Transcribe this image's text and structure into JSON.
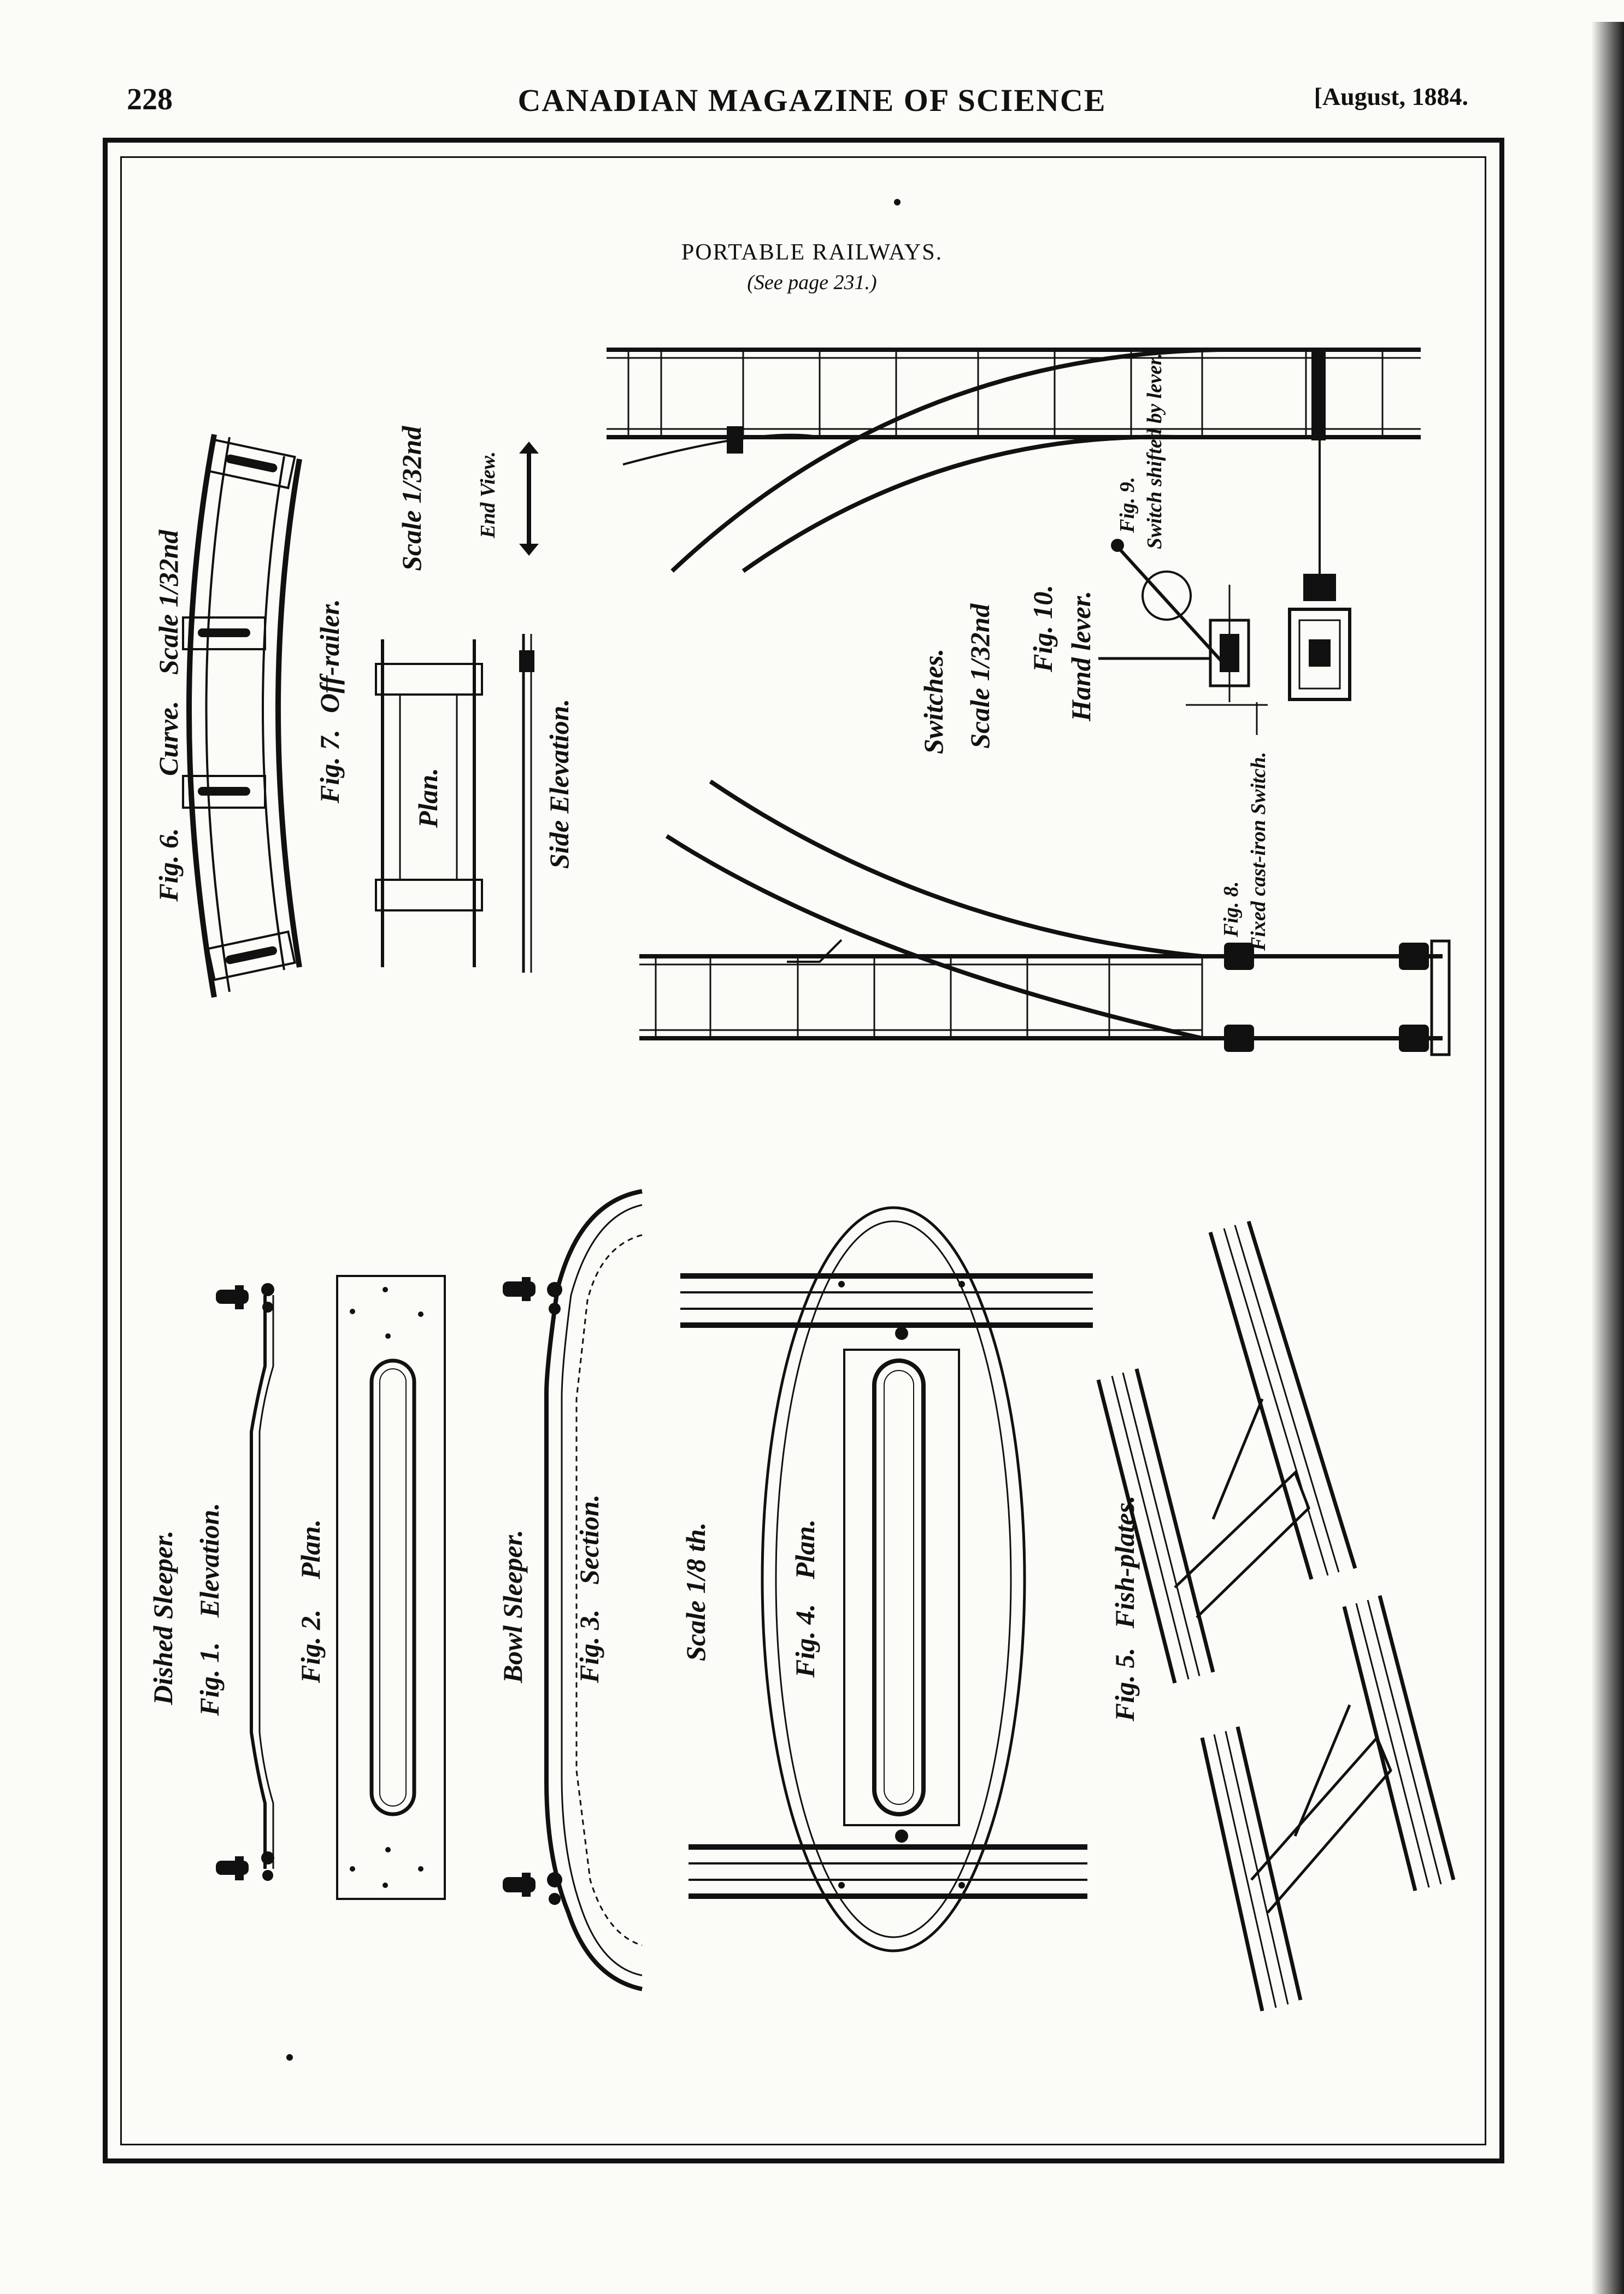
{
  "header": {
    "page_number": "228",
    "magazine_title": "CANADIAN MAGAZINE OF SCIENCE",
    "issue_date": "[August, 1884."
  },
  "plate": {
    "title": "PORTABLE RAILWAYS.",
    "subtitle": "(See page 231.)"
  },
  "figures": {
    "fig6_label": "Fig. 6.",
    "fig6_caption": "Curve.",
    "fig6_scale": "Scale 1/32nd",
    "fig7_label": "Fig. 7.",
    "fig7_caption": "Off-railer.",
    "fig7_plan": "Plan.",
    "fig7_side": "Side Elevation.",
    "fig7_scale": "Scale 1/32nd",
    "fig7_end_view": "End View.",
    "switches_heading": "Switches.",
    "switches_scale": "Scale 1/32nd",
    "fig8_label": "Fig. 8.",
    "fig8_caption": "Fixed cast-iron Switch.",
    "fig9_label": "Fig. 9.",
    "fig9_caption": "Switch shifted by lever.",
    "fig10_label": "Fig. 10.",
    "fig10_caption": "Hand lever.",
    "dished_sleeper": "Dished Sleeper.",
    "fig1_label": "Fig. 1.",
    "fig1_caption": "Elevation.",
    "fig2_label": "Fig. 2.",
    "fig2_caption": "Plan.",
    "bowl_sleeper": "Bowl Sleeper.",
    "fig3_label": "Fig. 3.",
    "fig3_caption": "Section.",
    "scale_eighth": "Scale 1/8 th.",
    "fig4_label": "Fig. 4.",
    "fig4_caption": "Plan.",
    "fig5_label": "Fig. 5.",
    "fig5_caption": "Fish-plates."
  }
}
